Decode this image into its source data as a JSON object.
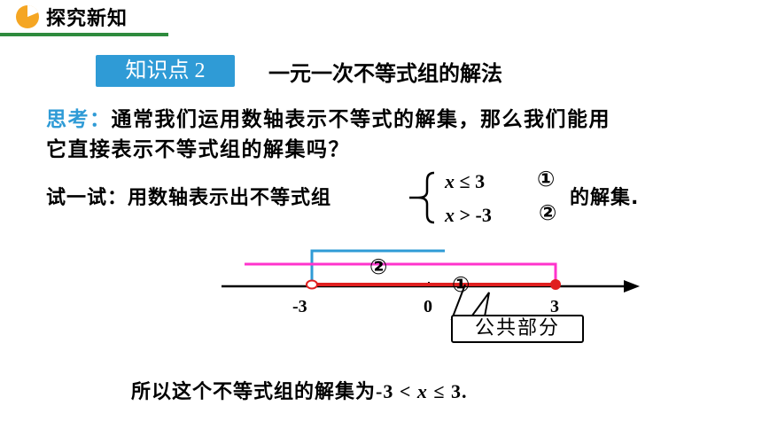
{
  "header": {
    "title": "探究新知"
  },
  "knowledge_point": {
    "badge": "知识点 2",
    "title": "一元一次不等式组的解法"
  },
  "think": {
    "label": "思考：",
    "text_line1": "通常我们运用数轴表示不等式的解集，那么我们能用",
    "text_line2": "它直接表示不等式组的解集吗？"
  },
  "try": {
    "label": "试一试：用数轴表示出不等式组",
    "ineq1_var": "x",
    "ineq1_rest": " ≤ 3",
    "ineq1_mark": "①",
    "ineq2_var": "x",
    "ineq2_rest": " > -3",
    "ineq2_mark": "②",
    "suffix": "的解集."
  },
  "number_line": {
    "ticks": [
      {
        "label": "-3",
        "value": -3
      },
      {
        "label": "0",
        "value": 0
      },
      {
        "label": "3",
        "value": 3
      }
    ],
    "segment_mark_2": "②",
    "segment_mark_1": "①",
    "callout": "公共部分",
    "colors": {
      "axis": "#000000",
      "ineq1": "#ff33cc",
      "ineq2": "#2f9bd6",
      "common": "#e02020"
    }
  },
  "conclusion": {
    "prefix": "所以这个不等式组的解集为",
    "lhs": "-3 < ",
    "var": "x",
    "rhs": " ≤ 3."
  }
}
